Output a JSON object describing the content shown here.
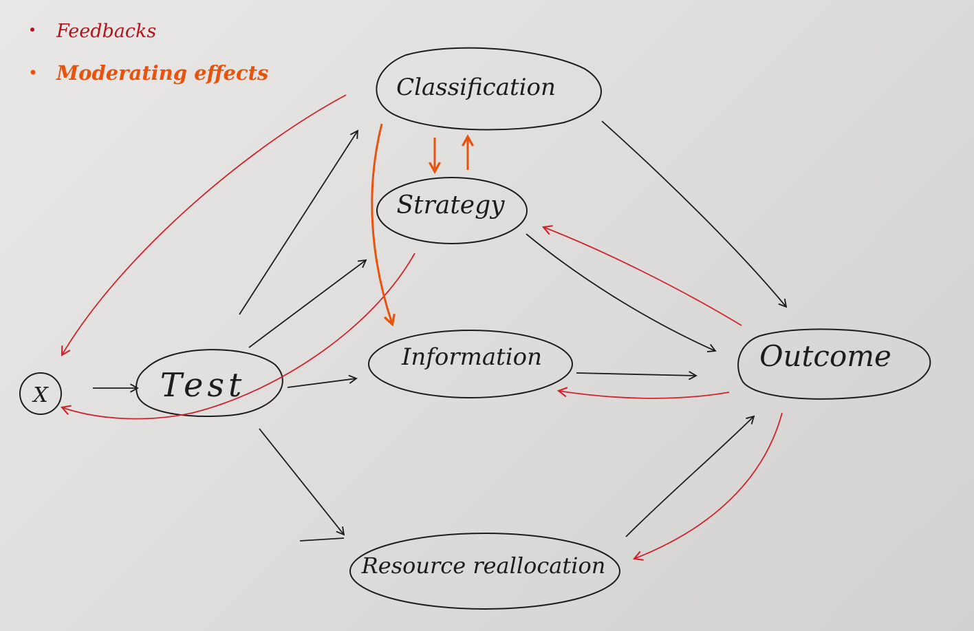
{
  "legend": {
    "items": [
      {
        "label": "Feedbacks",
        "color": "#b5121b"
      },
      {
        "label": "Moderating effects",
        "color": "#e8520c"
      }
    ]
  },
  "nodes": {
    "x": "X",
    "test": "Test",
    "classification": "Classification",
    "strategy": "Strategy",
    "information": "Information",
    "outcome": "Outcome",
    "resource": "Resource reallocation"
  },
  "colors": {
    "ink": "#1c1c1c",
    "feedback": "#d0222b",
    "moderating": "#e8520c"
  }
}
